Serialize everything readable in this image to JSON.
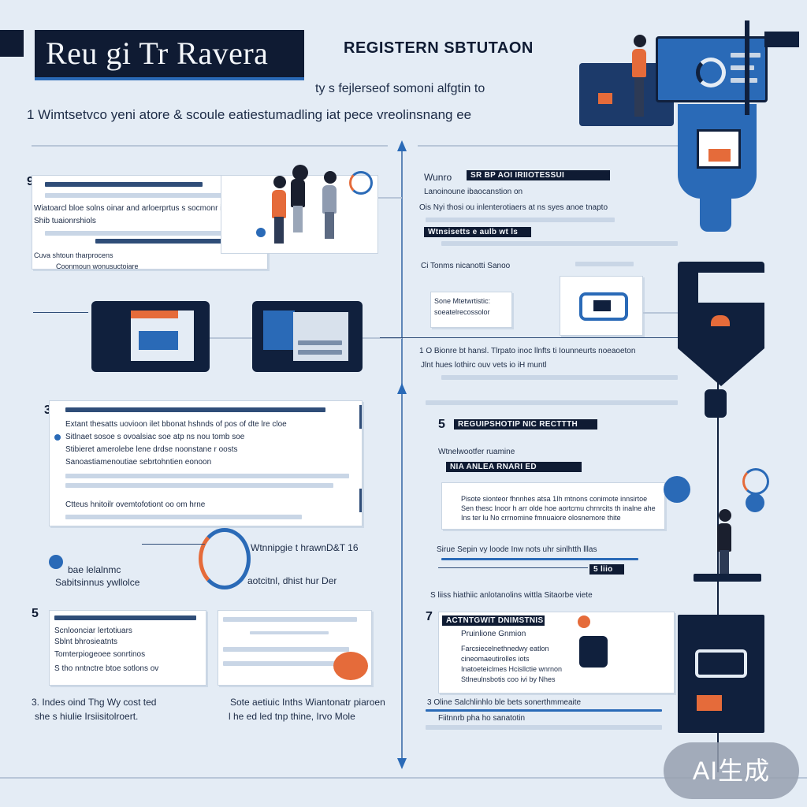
{
  "header": {
    "title": "Reu gi Tr Ravera",
    "subtitle": "REGISTERN SBTUTAON",
    "lead_line_1": "ty s fejlerseof somoni alfgtin to",
    "lead_line_2": "1 Wimtsetvco yeni atore & scoule eatiestumadling iat pece vreolinsnang ee"
  },
  "left_sections": [
    {
      "number": "9",
      "heading": "",
      "lines": [
        "Wiatoarcl bloe solns oinar and arloerprtus s socmonr ittlr",
        "Shib tuaionrshiols",
        "Cuva shtoun tharprocens",
        "Coonmoun wonusuctoiare"
      ]
    },
    {
      "number": "3",
      "heading": "",
      "lines": [
        "Extant thesatts uovioon ilet bbonat hshnds of pos of dte lre cloe",
        "Sitlnaet sosoe s ovoalsiac soe atp ns nou tomb soe",
        "Stibieret amerolebe lene drdse noonstane r oosts",
        "Sanoastiamenoutiae sebrtohntien eonoon",
        "Ctteus hnitoilr ovemtofotiont oo om hrne"
      ]
    },
    {
      "number": "5",
      "heading": "",
      "lines": [
        "Scnloonciar lertotiuars",
        "Sblnt bhrosieatnts",
        "Tomterpiogeoee sonrtinos",
        "S tho nntnctre btoe sotlons ov"
      ]
    }
  ],
  "left_notes": {
    "note_a": "Wtnnipgie t hrawnD&T 16",
    "note_b": "aotcitnl, dhist hur Der",
    "note_c": "bae lelalnmc",
    "note_d": "Sabitsinnus ywllolce",
    "foot_1": "3. Indes oind Thg Wy cost ted",
    "foot_2": "she s hiulie Irsiisitolroert.",
    "foot_3": "Sote aetiuic Inths Wiantonatr piaroen",
    "foot_4": "l he ed led tnp thine, Irvo Mole"
  },
  "right_sections": {
    "block_1": {
      "label_a": "Wunro",
      "label_b": "SR BP AOI IRIIOTESSUI",
      "line_1": "Lanoinoune ibaocanstion on",
      "line_2": "Ois Nyi thosi ou inlenterotiaers at ns syes anoe tnapto",
      "line_3": "Wtnsisetts e aulb wt ls"
    },
    "block_2": {
      "line_1": "Ci Tonms nicanotti Sanoo",
      "callout": "Sone Mtetwrtistic: soeatelrecossolor",
      "line_2": "1 O Bionre bt hansl. Tlrpato inoc llnfts ti Iounneurts noeaoeton",
      "line_3": "Jlnt hues lothirc ouv vets io iH muntl"
    },
    "block_3": {
      "heading": "REGUIPSHOTIP NIC RECTTTH",
      "line_1": "Wtnelwootfer ruamine",
      "label_b": "NIA ANLEA RNARI ED",
      "para": "Pisote sionteor fhnnhes atsa 1Ih mtnons conimote innsirtoe Sen thesc Inoor h arr olde hoe aortcmu chrnrcits th inalne ahe Ins ter lu No crrnomine fmnuaiore olosnemore thite",
      "line_2": "Sirue Sepin vy loode Inw nots uhr sinlhtth lllas",
      "line_3": "5 liio",
      "line_4": "S liiss hiathiic anlotanolins wittla Sitaorbe viete"
    },
    "block_4": {
      "heading": "ACTNTGWIT DNIMSTNIS",
      "line_1": "Pruinlione Gnmion",
      "para": "Farcsiecelnethnedwy eatlon cineomaeutirolles iots Inatoeteiclmes Hcisllctie wnrnon Stlneulnsbotis coo ivi by Nhes",
      "foot_1": "3 Oline Salchlinhlo ble bets sonerthmmeaite",
      "foot_2": "Fiitnnrb pha ho sanatotin"
    }
  },
  "badge": "AI生成",
  "colors": {
    "navy": "#0f1b33",
    "blue": "#2a6ab7",
    "orange": "#e56b3a",
    "background": "#e4ecf5"
  }
}
